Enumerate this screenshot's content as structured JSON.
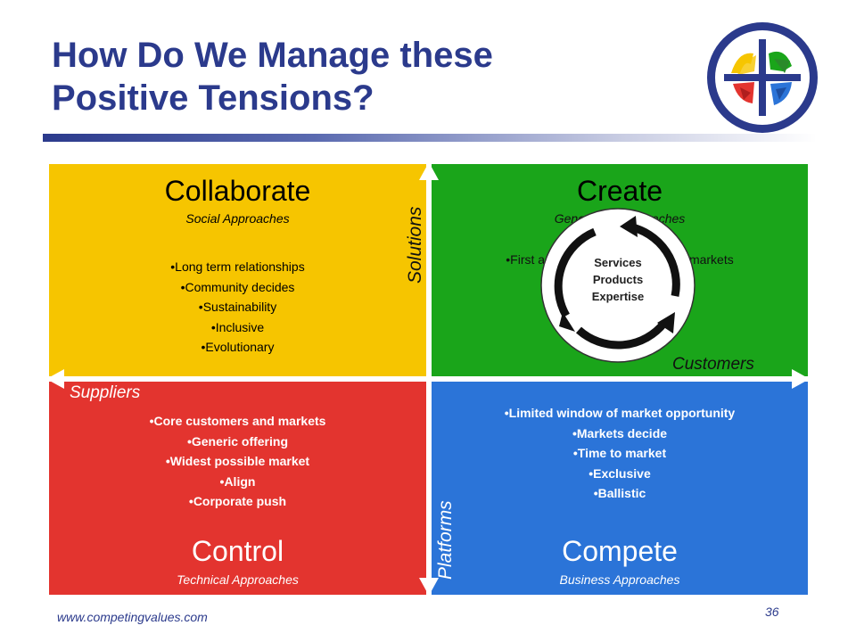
{
  "slide": {
    "title_line1": "How Do We Manage these",
    "title_line2": "Positive Tensions?"
  },
  "quadrants": {
    "collaborate": {
      "title": "Collaborate",
      "subtitle": "Social Approaches",
      "bullets": [
        "•Long term relationships",
        "•Community decides",
        "•Sustainability",
        "•Inclusive",
        "•Evolutionary"
      ]
    },
    "create": {
      "title": "Create",
      "subtitle": "Generative Approaches",
      "bullets": [
        "•First adapter to new/unexplored markets"
      ]
    },
    "control": {
      "title": "Control",
      "subtitle": "Technical Approaches",
      "bullets": [
        "•Core customers and markets",
        "•Generic offering",
        "•Widest possible market",
        "•Align",
        "•Corporate push"
      ]
    },
    "compete": {
      "title": "Compete",
      "subtitle": "Business Approaches",
      "bullets": [
        "•Limited window of market opportunity",
        "•Markets decide",
        "•Time to market",
        "•Exclusive",
        "•Ballistic"
      ]
    }
  },
  "axes": {
    "solutions": "Solutions",
    "platforms": "Platforms",
    "customers": "Customers",
    "suppliers": "Suppliers"
  },
  "cycle": {
    "line1": "Services",
    "line2": "Products",
    "line3": "Expertise"
  },
  "footer": {
    "url": "www.competingvalues.com",
    "page": "36"
  },
  "colors": {
    "collaborate": "#f6c500",
    "create": "#1aa51a",
    "control": "#e3342f",
    "compete": "#2b74d8",
    "title": "#2b3a8c"
  }
}
